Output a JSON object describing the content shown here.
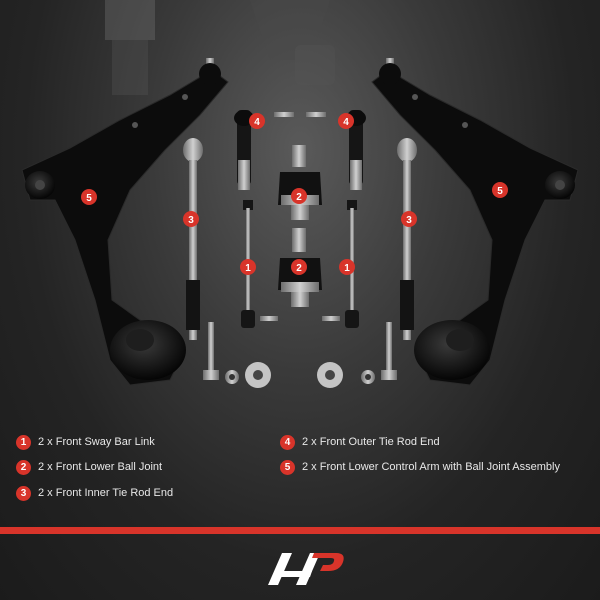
{
  "parts": {
    "badges": [
      "1",
      "2",
      "3",
      "4",
      "5"
    ]
  },
  "legend": [
    {
      "number": "1",
      "text": "2 x Front Sway Bar Link"
    },
    {
      "number": "2",
      "text": "2 x Front Lower Ball Joint"
    },
    {
      "number": "3",
      "text": "2 x Front Inner Tie Rod End"
    },
    {
      "number": "4",
      "text": "2 x Front Outer Tie Rod End"
    },
    {
      "number": "5",
      "text": "2 x Front Lower Control Arm with Ball Joint Assembly"
    }
  ],
  "colors": {
    "accent": "#d8342a",
    "background": "#242424",
    "part_black": "#0c0c0c",
    "metal": "#9a9a9a",
    "text": "#e8e8e8"
  }
}
